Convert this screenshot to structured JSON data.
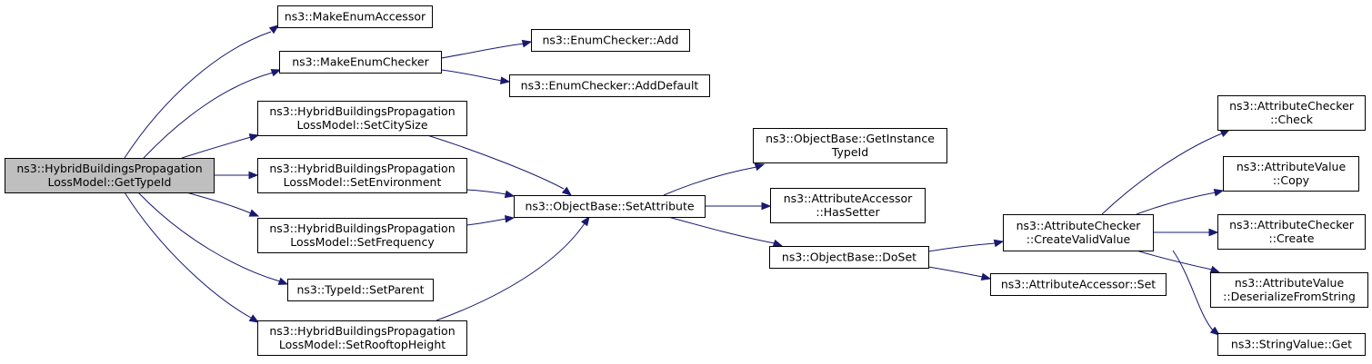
{
  "nodes": {
    "root": [
      "ns3::HybridBuildingsPropagation",
      "LossModel::GetTypeId"
    ],
    "make_enum_accessor": [
      "ns3::MakeEnumAccessor"
    ],
    "make_enum_checker": [
      "ns3::MakeEnumChecker"
    ],
    "set_city_size": [
      "ns3::HybridBuildingsPropagation",
      "LossModel::SetCitySize"
    ],
    "set_environment": [
      "ns3::HybridBuildingsPropagation",
      "LossModel::SetEnvironment"
    ],
    "set_frequency": [
      "ns3::HybridBuildingsPropagation",
      "LossModel::SetFrequency"
    ],
    "typeid_set_parent": [
      "ns3::TypeId::SetParent"
    ],
    "set_rooftop_height": [
      "ns3::HybridBuildingsPropagation",
      "LossModel::SetRooftopHeight"
    ],
    "enum_checker_add": [
      "ns3::EnumChecker::Add"
    ],
    "enum_checker_add_default": [
      "ns3::EnumChecker::AddDefault"
    ],
    "objectbase_set_attribute": [
      "ns3::ObjectBase::SetAttribute"
    ],
    "objectbase_get_instance_typeid": [
      "ns3::ObjectBase::GetInstance",
      "TypeId"
    ],
    "attribute_accessor_has_setter": [
      "ns3::AttributeAccessor",
      "::HasSetter"
    ],
    "objectbase_doset": [
      "ns3::ObjectBase::DoSet"
    ],
    "attribute_checker_create_valid_value": [
      "ns3::AttributeChecker",
      "::CreateValidValue"
    ],
    "attribute_accessor_set": [
      "ns3::AttributeAccessor::Set"
    ],
    "attribute_checker_check": [
      "ns3::AttributeChecker",
      "::Check"
    ],
    "attribute_value_copy": [
      "ns3::AttributeValue",
      "::Copy"
    ],
    "attribute_checker_create": [
      "ns3::AttributeChecker",
      "::Create"
    ],
    "attribute_value_deserialize": [
      "ns3::AttributeValue",
      "::DeserializeFromString"
    ],
    "string_value_get": [
      "ns3::StringValue::Get"
    ]
  },
  "colors": {
    "root_fill": "#bfbfbf",
    "node_fill": "#ffffff",
    "node_stroke": "#000000",
    "edge": "#191970"
  }
}
